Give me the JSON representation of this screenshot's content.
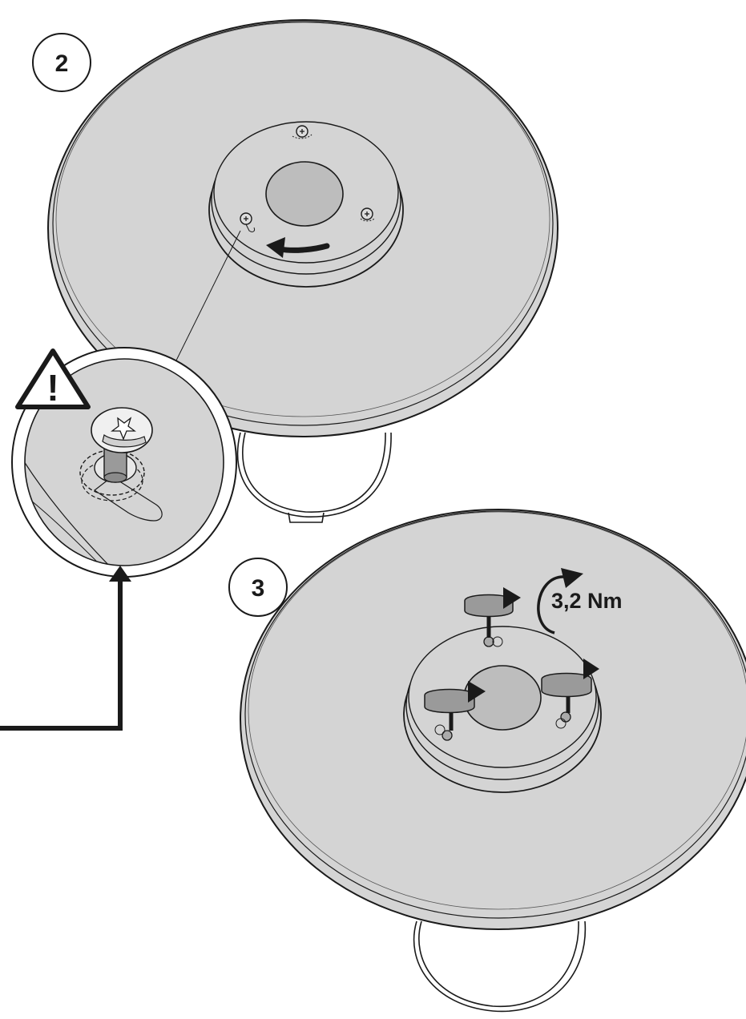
{
  "steps": {
    "step_2": {
      "number": "2"
    },
    "step_3": {
      "number": "3",
      "torque": "3,2 Nm"
    }
  },
  "warning": {
    "symbol": "!"
  },
  "colors": {
    "tabletop_fill": "#d4d4d4",
    "hole_fill": "#bdbdbd",
    "outline": "#1a1a1a",
    "arrow_band": "#9a9a9a"
  },
  "icons": [
    "warning-triangle-icon",
    "rotate-arrow-icon",
    "torque-arrow-icon",
    "screw-icon",
    "pointer-arrow-icon"
  ]
}
